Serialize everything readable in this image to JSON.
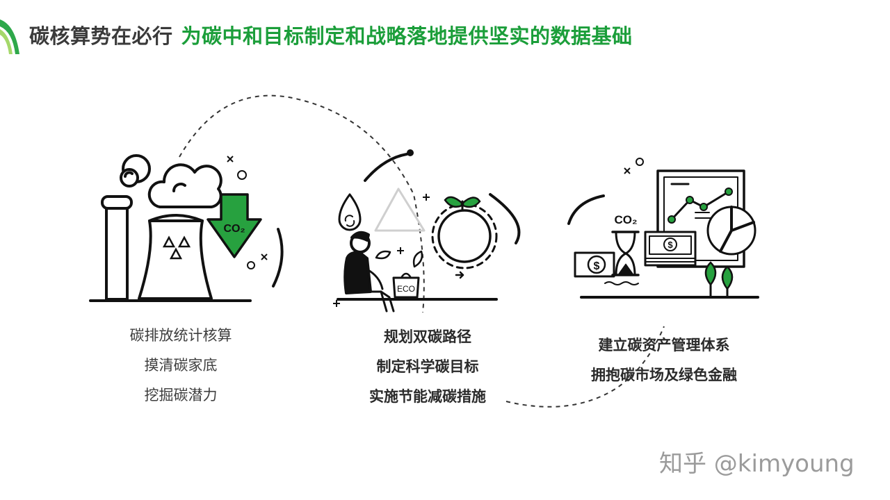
{
  "header": {
    "title_main": "碳核算势在必行",
    "title_sub": "为碳中和目标制定和战略落地提供坚实的数据基础"
  },
  "sections": [
    {
      "icon": "factory-co2-icon",
      "lines": [
        "碳排放统计核算",
        "摸清碳家底",
        "挖掘碳潜力"
      ]
    },
    {
      "icon": "person-eco-recycle-icon",
      "lines": [
        "规划双碳路径",
        "制定科学碳目标",
        "实施节能减碳措施"
      ]
    },
    {
      "icon": "finance-chart-icon",
      "lines": [
        "建立碳资产管理体系",
        "拥抱碳市场及绿色金融"
      ]
    }
  ],
  "labels": {
    "co2": "CO₂",
    "eco": "ECO",
    "dollar": "$"
  },
  "watermark": "知乎 @kimyoung",
  "colors": {
    "green": "#1b9e3a",
    "dark": "#1a1a1a"
  }
}
